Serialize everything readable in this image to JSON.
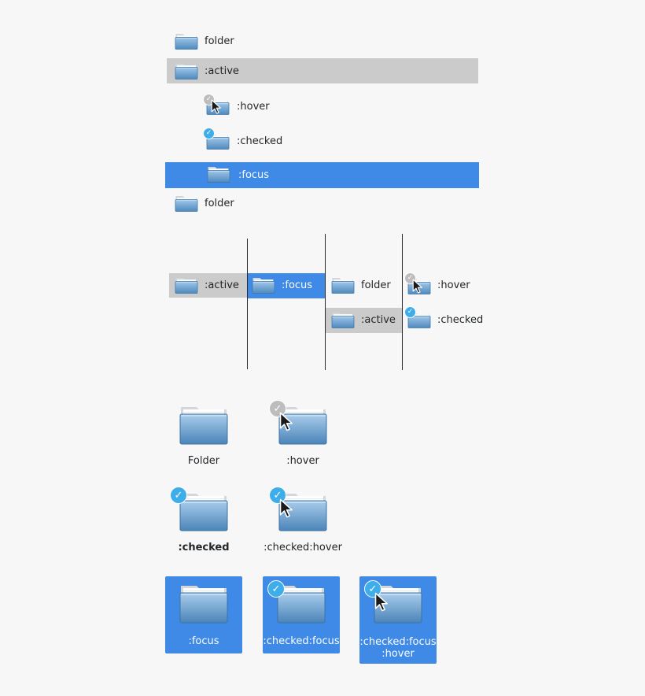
{
  "list_view": {
    "rows": [
      {
        "label": "folder",
        "state": "normal"
      },
      {
        "label": ":active",
        "state": "active"
      },
      {
        "label": ":hover",
        "state": "hover"
      },
      {
        "label": ":checked",
        "state": "checked"
      },
      {
        "label": ":focus",
        "state": "focus"
      },
      {
        "label": "folder",
        "state": "normal"
      }
    ]
  },
  "column_view": {
    "items": [
      {
        "label": ":active",
        "state": "active"
      },
      {
        "label": ":focus",
        "state": "focus"
      },
      {
        "label": "folder",
        "state": "normal"
      },
      {
        "label": ":hover",
        "state": "hover"
      },
      {
        "label": ":active",
        "state": "active"
      },
      {
        "label": ":checked",
        "state": "checked"
      }
    ]
  },
  "icon_view": {
    "items": [
      {
        "label": "Folder",
        "state": "normal"
      },
      {
        "label": ":hover",
        "state": "hover"
      },
      {
        "label": ":checked",
        "state": "checked"
      },
      {
        "label": ":checked:hover",
        "state": "checked-hover"
      },
      {
        "label": ":focus",
        "state": "focus"
      },
      {
        "label": ":checked:focus",
        "state": "checked-focus"
      },
      {
        "label_line1": ":checked:focus",
        "label_line2": ":hover",
        "state": "checked-focus-hover"
      }
    ]
  },
  "colors": {
    "active_bg": "#cbcbcb",
    "focus_bg": "#3e8ae6",
    "checked_badge": "#3daee9",
    "hover_badge": "#bdbdbd",
    "folder_blue": "#5e97c9"
  },
  "icons": {
    "folder": "folder-icon",
    "checked_badge": "check-badge-icon",
    "hover_badge": "select-badge-icon",
    "cursor": "mouse-cursor-icon"
  }
}
